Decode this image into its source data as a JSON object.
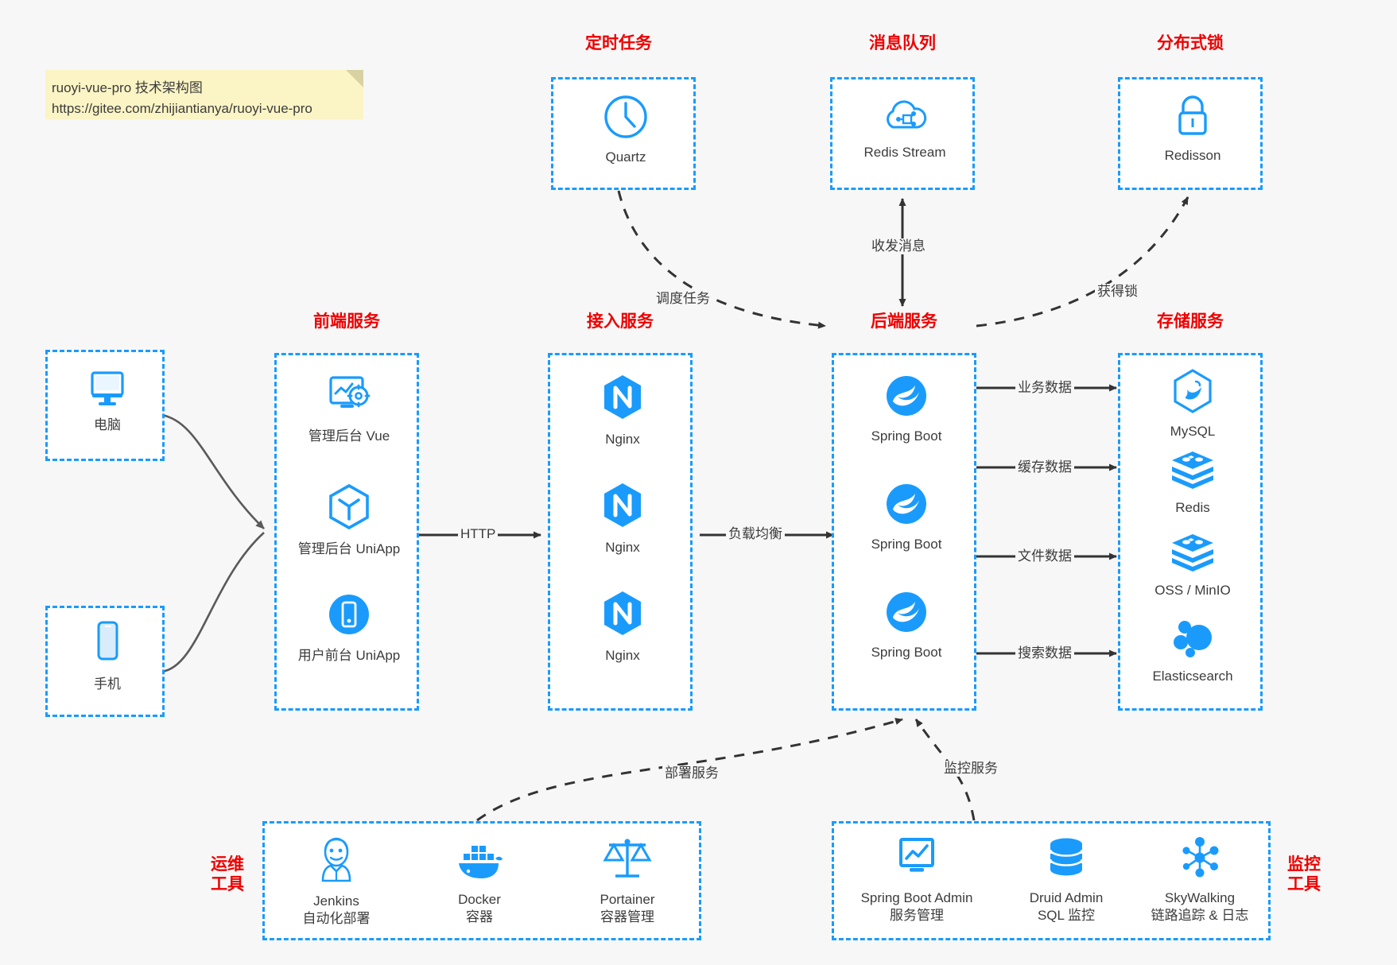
{
  "note": {
    "line1": "ruoyi-vue-pro 技术架构图",
    "line2": "https://gitee.com/zhijiantianya/ruoyi-vue-pro"
  },
  "colors": {
    "group_border": "#1a9bfc",
    "group_title": "#ee0000",
    "icon_blue": "#1a9bfc",
    "background": "#f7f7f7",
    "edge": "#333333",
    "curve_edge": "#5a5a5a",
    "note_bg": "#fbf4c4"
  },
  "groups": {
    "clients": {
      "nodes": [
        {
          "label": "电脑",
          "icon": "desktop-computer-icon"
        },
        {
          "label": "手机",
          "icon": "mobile-phone-icon"
        }
      ]
    },
    "scheduled_task": {
      "title": "定时任务",
      "nodes": [
        {
          "label": "Quartz",
          "icon": "clock-icon"
        }
      ]
    },
    "message_queue": {
      "title": "消息队列",
      "nodes": [
        {
          "label": "Redis Stream",
          "icon": "cloud-stream-icon"
        }
      ]
    },
    "distributed_lock": {
      "title": "分布式锁",
      "nodes": [
        {
          "label": "Redisson",
          "icon": "padlock-icon"
        }
      ]
    },
    "frontend": {
      "title": "前端服务",
      "nodes": [
        {
          "label": "管理后台 Vue",
          "icon": "dashboard-gear-icon"
        },
        {
          "label": "管理后台 UniApp",
          "icon": "hexagon-cube-icon"
        },
        {
          "label": "用户前台 UniApp",
          "icon": "mobile-circle-icon"
        }
      ]
    },
    "gateway": {
      "title": "接入服务",
      "nodes": [
        {
          "label": "Nginx",
          "icon": "nginx-icon"
        },
        {
          "label": "Nginx",
          "icon": "nginx-icon"
        },
        {
          "label": "Nginx",
          "icon": "nginx-icon"
        }
      ]
    },
    "backend": {
      "title": "后端服务",
      "nodes": [
        {
          "label": "Spring Boot",
          "icon": "spring-boot-icon"
        },
        {
          "label": "Spring Boot",
          "icon": "spring-boot-icon"
        },
        {
          "label": "Spring Boot",
          "icon": "spring-boot-icon"
        }
      ]
    },
    "storage": {
      "title": "存储服务",
      "nodes": [
        {
          "label": "MySQL",
          "icon": "mysql-dolphin-icon"
        },
        {
          "label": "Redis",
          "icon": "redis-stack-icon"
        },
        {
          "label": "OSS / MinIO",
          "icon": "redis-stack-icon"
        },
        {
          "label": "Elasticsearch",
          "icon": "elasticsearch-icon"
        }
      ]
    },
    "devops": {
      "title": "运维\n工具",
      "title_line1": "运维",
      "title_line2": "工具",
      "nodes": [
        {
          "label": "Jenkins",
          "sub": "自动化部署",
          "icon": "jenkins-butler-icon"
        },
        {
          "label": "Docker",
          "sub": "容器",
          "icon": "docker-whale-icon"
        },
        {
          "label": "Portainer",
          "sub": "容器管理",
          "icon": "scales-balance-icon"
        }
      ]
    },
    "monitoring": {
      "title_line1": "监控",
      "title_line2": "工具",
      "nodes": [
        {
          "label": "Spring Boot Admin",
          "sub": "服务管理",
          "icon": "monitor-chart-icon"
        },
        {
          "label": "Druid Admin",
          "sub": "SQL 监控",
          "icon": "database-cylinder-icon"
        },
        {
          "label": "SkyWalking",
          "sub": "链路追踪 & 日志",
          "icon": "skywalking-node-icon"
        }
      ]
    }
  },
  "edges": [
    {
      "id": "http",
      "label": "HTTP"
    },
    {
      "id": "load-balance",
      "label": "负载均衡"
    },
    {
      "id": "schedule-task",
      "label": "调度任务"
    },
    {
      "id": "send-receive-message",
      "label": "收发消息"
    },
    {
      "id": "acquire-lock",
      "label": "获得锁"
    },
    {
      "id": "business-data",
      "label": "业务数据"
    },
    {
      "id": "cache-data",
      "label": "缓存数据"
    },
    {
      "id": "file-data",
      "label": "文件数据"
    },
    {
      "id": "search-data",
      "label": "搜索数据"
    },
    {
      "id": "deploy-service",
      "label": "部署服务"
    },
    {
      "id": "monitor-service",
      "label": "监控服务"
    }
  ]
}
